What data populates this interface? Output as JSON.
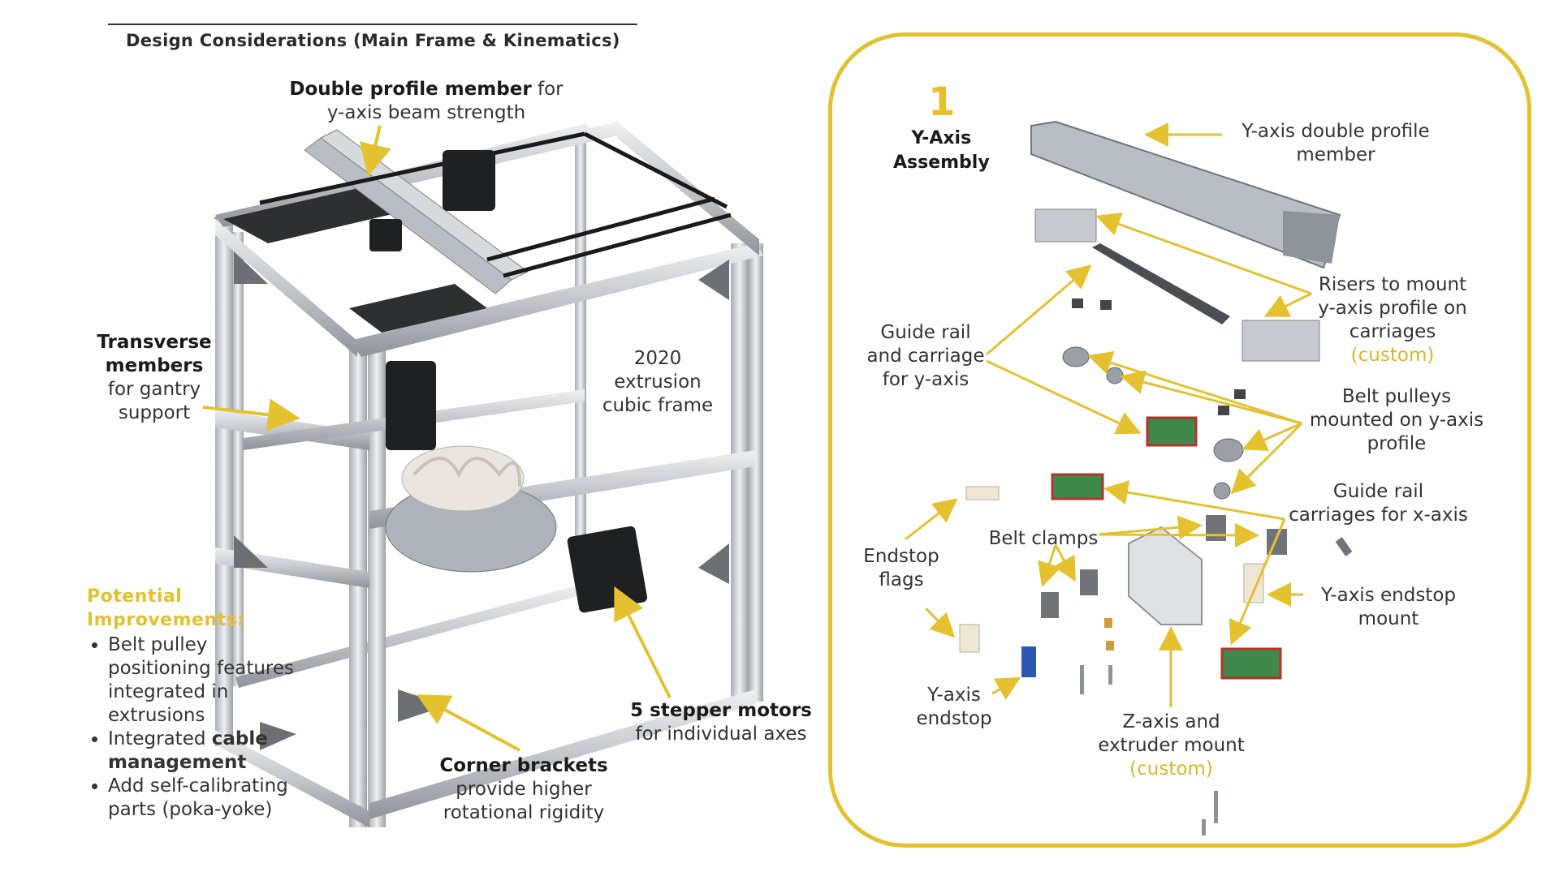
{
  "title": "Design Considerations (Main Frame & Kinematics)",
  "left": {
    "double_profile": {
      "bold": "Double profile member",
      "rest1": " for",
      "line2": "y-axis beam strength"
    },
    "transverse": {
      "line1": "Transverse",
      "line2": "members",
      "line3": "for gantry",
      "line4": "support"
    },
    "frame": {
      "line1": "2020",
      "line2": "extrusion",
      "line3": "cubic frame"
    },
    "steppers": {
      "bold": "5 stepper motors",
      "line2": "for individual axes"
    },
    "brackets": {
      "bold": "Corner brackets",
      "line2": "provide higher",
      "line3": "rotational rigidity"
    },
    "improvements": {
      "heading1": "Potential",
      "heading2": "Improvements:",
      "item1_l1": "Belt pulley",
      "item1_l2": "positioning features",
      "item1_l3": "integrated in",
      "item1_l4": "extrusions",
      "item2_pre": "Integrated ",
      "item2_bold1": "cable",
      "item2_bold2": "management",
      "item3_l1": "Add self-calibrating",
      "item3_l2": "parts (poka-yoke)"
    }
  },
  "panel": {
    "number": "1",
    "title1": "Y-Axis",
    "title2": "Assembly",
    "labels": {
      "yprofile": {
        "l1": "Y-axis double profile",
        "l2": "member"
      },
      "risers": {
        "l1": "Risers to mount",
        "l2": "y-axis profile on",
        "l3": "carriages",
        "l4": "(custom)"
      },
      "guide_y": {
        "l1": "Guide rail",
        "l2": "and carriage",
        "l3": "for y-axis"
      },
      "pulleys": {
        "l1": "Belt pulleys",
        "l2": "mounted on y-axis",
        "l3": "profile"
      },
      "guide_x": {
        "l1": "Guide rail",
        "l2": "carriages for x-axis"
      },
      "clamps": {
        "l1": "Belt clamps"
      },
      "flags": {
        "l1": "Endstop",
        "l2": "flags"
      },
      "endstop_mount": {
        "l1": "Y-axis endstop",
        "l2": "mount"
      },
      "endstop": {
        "l1": "Y-axis",
        "l2": "endstop"
      },
      "zmount": {
        "l1": "Z-axis and",
        "l2": "extruder mount",
        "l3": "(custom)"
      }
    }
  },
  "colors": {
    "accent": "#e3c12f",
    "text": "#333333",
    "aluminum": "#c9cdd2",
    "rail_green": "#3f8a4a",
    "rail_red": "#b8322b"
  }
}
